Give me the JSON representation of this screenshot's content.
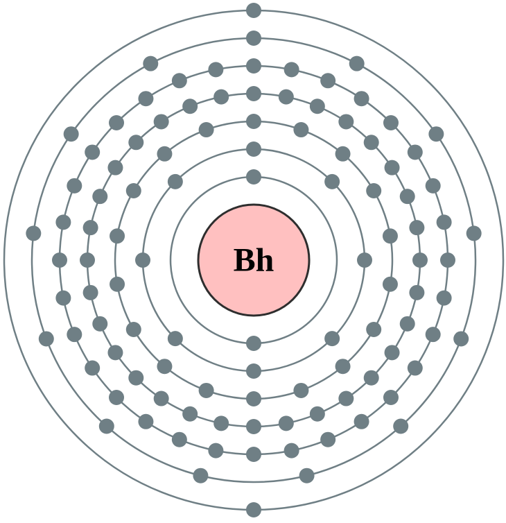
{
  "element": {
    "symbol": "Bh"
  },
  "shells": [
    {
      "index": 1,
      "electrons": 2
    },
    {
      "index": 2,
      "electrons": 8
    },
    {
      "index": 3,
      "electrons": 18
    },
    {
      "index": 4,
      "electrons": 32
    },
    {
      "index": 5,
      "electrons": 32
    },
    {
      "index": 6,
      "electrons": 13
    },
    {
      "index": 7,
      "electrons": 2
    }
  ],
  "colors": {
    "nucleus_fill": "#ffc0c0",
    "nucleus_stroke": "#2e2e2e",
    "shell_stroke": "#6f7f85",
    "electron_fill": "#6f7f85"
  }
}
